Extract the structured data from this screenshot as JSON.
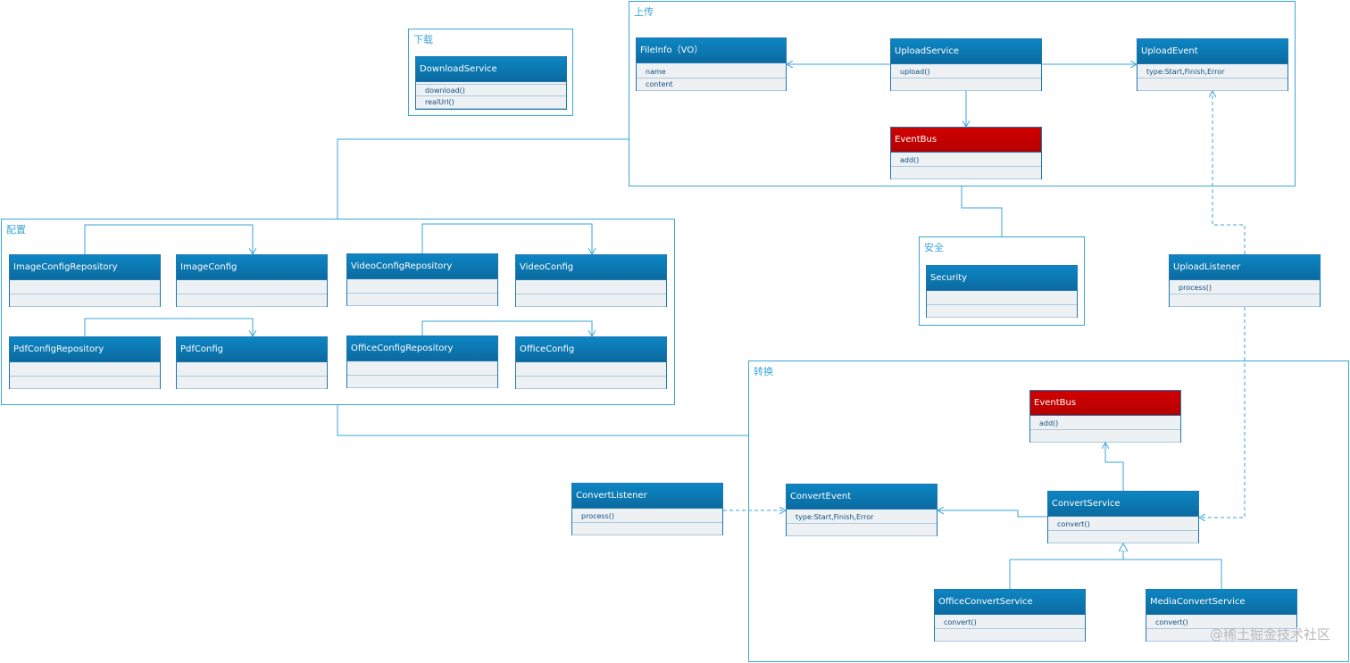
{
  "packages": {
    "download": "下载",
    "upload": "上传",
    "config": "配置",
    "security": "安全",
    "convert": "转换"
  },
  "classes": {
    "download_service": {
      "name": "DownloadService",
      "members": [
        "download()",
        "realUrl()"
      ]
    },
    "file_info": {
      "name": "FileInfo（VO）",
      "members": [
        "name",
        "content"
      ]
    },
    "upload_service": {
      "name": "UploadService",
      "members": [
        "upload()"
      ]
    },
    "upload_event": {
      "name": "UploadEvent",
      "members": [
        "type:Start,Finish,Error"
      ]
    },
    "event_bus_upload": {
      "name": "EventBus",
      "members": [
        "add()"
      ]
    },
    "image_config_repository": {
      "name": "ImageConfigRepository"
    },
    "image_config": {
      "name": "ImageConfig"
    },
    "video_config_repository": {
      "name": "VideoConfigRepository"
    },
    "video_config": {
      "name": "VideoConfig"
    },
    "pdf_config_repository": {
      "name": "PdfConfigRepository"
    },
    "pdf_config": {
      "name": "PdfConfig"
    },
    "office_config_repository": {
      "name": "OfficeConfigRepository"
    },
    "office_config": {
      "name": "OfficeConfig"
    },
    "security": {
      "name": "Security"
    },
    "upload_listener": {
      "name": "UploadListener",
      "members": [
        "process()"
      ]
    },
    "event_bus_convert": {
      "name": "EventBus",
      "members": [
        "add()"
      ]
    },
    "convert_listener": {
      "name": "ConvertListener",
      "members": [
        "process()"
      ]
    },
    "convert_event": {
      "name": "ConvertEvent",
      "members": [
        "type:Start,Finish,Error"
      ]
    },
    "convert_service": {
      "name": "ConvertService",
      "members": [
        "convert()"
      ]
    },
    "office_convert_service": {
      "name": "OfficeConvertService",
      "members": [
        "convert()"
      ]
    },
    "media_convert_service": {
      "name": "MediaConvertService",
      "members": [
        "convert()"
      ]
    }
  },
  "colors": {
    "package_border": "#3aa6d8",
    "class_header": "#0b78b4",
    "class_header_highlight": "#c00000",
    "class_body": "#eef1f4",
    "connector": "#3aa6d8"
  },
  "watermark": "@稀土掘金技术社区"
}
